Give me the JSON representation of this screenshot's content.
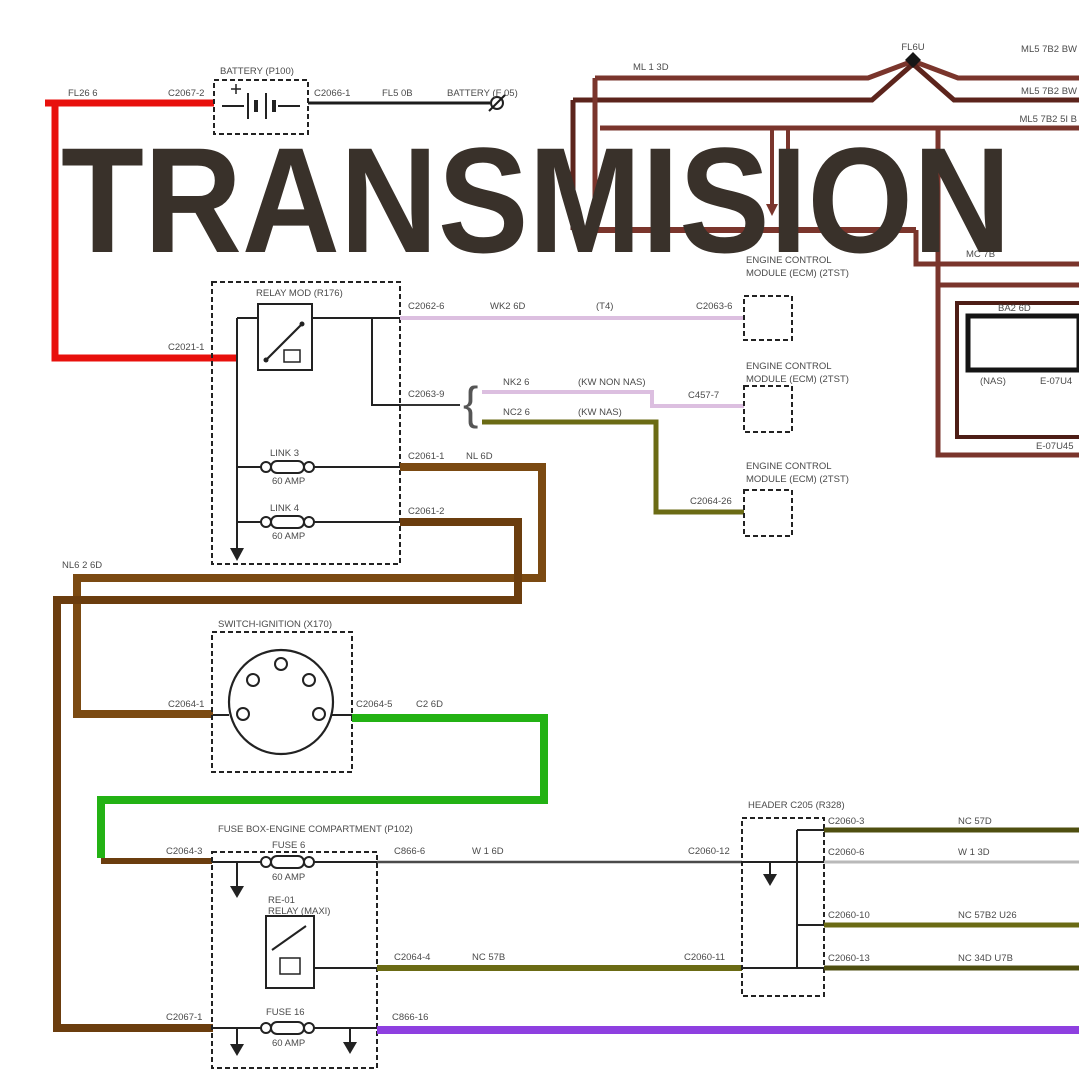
{
  "title": {
    "text": "TRANSMISION"
  },
  "colors": {
    "red": "#e8100c",
    "maroon": "#7a352c",
    "dark_maroon": "#5c241c",
    "pink": "#dcbfe0",
    "olive": "#6b6b14",
    "brown": "#7b4a12",
    "dark_brown": "#6b3d0e",
    "green": "#23b214",
    "purple": "#8e3fe0",
    "gray_wire": "#b9b9b9",
    "dark_olive": "#4f4f10",
    "overlay_text": "#39312a"
  },
  "battery": {
    "title": "BATTERY (P100)",
    "c_in": "C2067-2",
    "wire_in": "FL26 6",
    "c_out": "C2066-1",
    "wire_out": "FL5 0B",
    "terminal": "BATTERY (F 05)"
  },
  "top_right": {
    "fl": "FL6U",
    "ml13d": "ML 1 3D",
    "ml57_1": "ML5 7B2 BW",
    "ml57_2": "ML5 7B2 BW",
    "ml57_3": "ML5 7B2 5I B",
    "mc7b": "MC 7B",
    "ba26d": "BA2 6D",
    "nas": "(NAS)",
    "e07u4": "E-07U4",
    "e07u45": "E-07U45"
  },
  "relay_module": {
    "title": "RELAY MOD (R176)",
    "c_in": "C2021-1",
    "out1": {
      "c": "C2062-6",
      "wire": "WK2 6D",
      "tag": "(T4)",
      "c2": "C2063-6"
    },
    "out2": {
      "c": "C2063-9",
      "brace": "{",
      "wire_a": "NK2 6",
      "tag_a": "(KW NON NAS)",
      "c_a": "C457-7",
      "wire_b": "NC2 6",
      "tag_b": "(KW NAS)",
      "c_b": "C2064-26"
    },
    "link3": {
      "name": "LINK 3",
      "amp": "60 AMP",
      "c": "C2061-1",
      "wire": "NL 6D"
    },
    "link4": {
      "name": "LINK 4",
      "amp": "60 AMP",
      "c": "C2061-2"
    }
  },
  "ecm": {
    "l1": "ENGINE CONTROL",
    "l2": "MODULE (ECM) (2TST)"
  },
  "left_wire": {
    "label": "NL6 2 6D"
  },
  "ignition": {
    "title": "SWITCH-IGNITION (X170)",
    "c_in": "C2064-1",
    "c_out": "C2064-5",
    "wire": "C2 6D"
  },
  "fuse_box": {
    "title": "FUSE BOX-ENGINE COMPARTMENT (P102)",
    "c_in_top": "C2064-3",
    "c_in_bottom": "C2067-1",
    "fuse6": {
      "name": "FUSE 6",
      "amp": "60 AMP",
      "c": "C866-6",
      "wire": "W 1 6D"
    },
    "relay": {
      "l1": "RE-01",
      "l2": "RELAY (MAXI)",
      "c": "C2064-4",
      "wire": "NC 57B"
    },
    "fuse16": {
      "name": "FUSE 16",
      "amp": "60 AMP",
      "c": "C866-16"
    }
  },
  "header": {
    "title": "HEADER C205 (R328)",
    "c_in1": "C2060-12",
    "c_in2": "C2060-11",
    "rows": [
      {
        "c": "C2060-3",
        "wire": "NC 57D"
      },
      {
        "c": "C2060-6",
        "wire": "W 1 3D"
      },
      {
        "c": "C2060-10",
        "wire": "NC 57B2 U26"
      },
      {
        "c": "C2060-13",
        "wire": "NC 34D U7B"
      }
    ]
  }
}
